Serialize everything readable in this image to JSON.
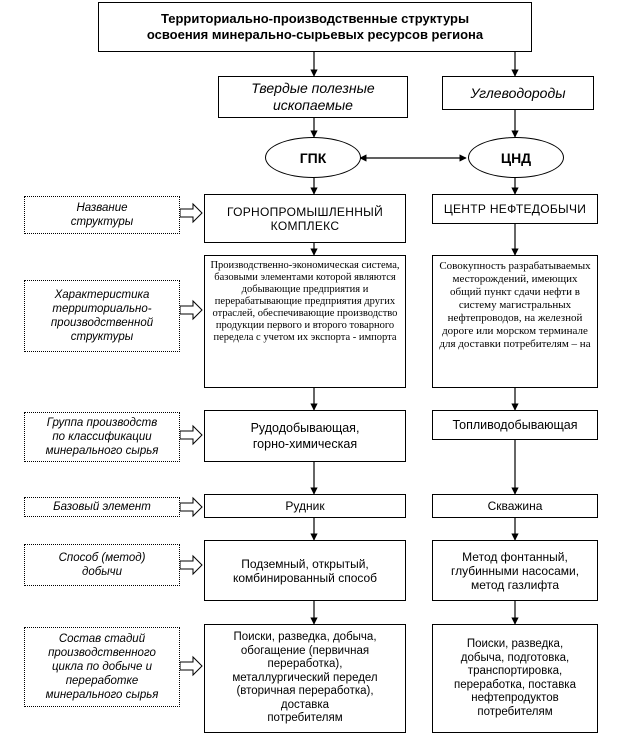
{
  "title": "Территориально-производственные структуры\nосвоения минерально-сырьевых ресурсов региона",
  "branches": {
    "left": {
      "category": "Твердые полезные\nископаемые",
      "abbr": "ГПК",
      "name": "ГОРНОПРОМЫШЛЕННЫЙ\nКОМПЛЕКС",
      "characteristic": "Производственно-экономическая система, базовыми элементами которой являются добывающие предприятия и перерабатывающие предприятия других отраслей, обеспечивающие производство продукции первого и второго товарного передела с учетом их экспорта - импорта",
      "group": "Рудодобывающая,\nгорно-химическая",
      "base_element": "Рудник",
      "method": "Подземный, открытый,\nкомбинированный способ",
      "stages": "Поиски, разведка, добыча,\nобогащение (первичная\nпереработка),\nметаллургический передел\n(вторичная переработка),\nдоставка\nпотребителям"
    },
    "right": {
      "category": "Углеводороды",
      "abbr": "ЦНД",
      "name": "ЦЕНТР НЕФТЕДОБЫЧИ",
      "characteristic": "Совокупность разрабатываемых месторождений, имеющих общий пункт сдачи нефти в систему магистральных нефтепроводов, на железной дороге или морском терминале для доставки потребителям – на",
      "group": "Топливодобывающая",
      "base_element": "Скважина",
      "method": "Метод фонтанный,\nглубинными насосами,\nметод газлифта",
      "stages": "Поиски, разведка,\nдобыча, подготовка,\nтранспортировка,\nпереработка, поставка\nнефтепродуктов\nпотребителям"
    }
  },
  "row_labels": {
    "name": "Название\nструктуры",
    "characteristic": "Характеристика\nтерриториально-\nпроизводственной\nструктуры",
    "group": "Группа производств\nпо классификации\nминерального сырья",
    "base_element": "Базовый элемент",
    "method": "Способ (метод)\nдобычи",
    "stages": "Состав стадий\nпроизводственного\nцикла по добыче и\nпереработке\nминерального сырья"
  }
}
